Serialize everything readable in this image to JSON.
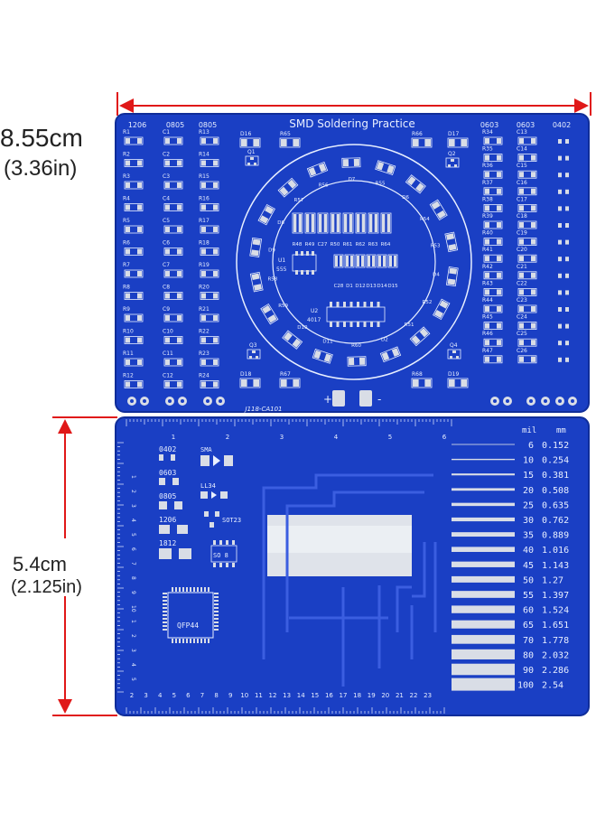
{
  "top_dimension": {
    "cm": "8.55cm",
    "in": "(3.36in)"
  },
  "side_dimension": {
    "cm": "5.4cm",
    "in": "(2.125in)"
  },
  "top_board": {
    "title": "SMD Soldering Practice",
    "serial": "J118-CA101",
    "col_labels": [
      "1206",
      "0805",
      "0805",
      "0603",
      "0603",
      "0402"
    ],
    "col1": [
      "R1",
      "R2",
      "R3",
      "R4",
      "R5",
      "R6",
      "R7",
      "R8",
      "R9",
      "R10",
      "R11",
      "R12"
    ],
    "col2": [
      "C1",
      "C2",
      "C3",
      "C4",
      "C5",
      "C6",
      "C7",
      "C8",
      "C9",
      "C10",
      "C11",
      "C12"
    ],
    "col3": [
      "R13",
      "R14",
      "R15",
      "R16",
      "R17",
      "R18",
      "R19",
      "R20",
      "R21",
      "R22",
      "R23",
      "R24"
    ],
    "col4": [
      "R34",
      "R35",
      "R36",
      "R37",
      "R38",
      "R39",
      "R40",
      "R41",
      "R42",
      "R43",
      "R44",
      "R45",
      "R46",
      "R47"
    ],
    "col5": [
      "C13",
      "C14",
      "C15",
      "C16",
      "C17",
      "C18",
      "C19",
      "C20",
      "C21",
      "C22",
      "C23",
      "C24",
      "C25",
      "C26"
    ],
    "top_row": [
      "D16",
      "R65",
      "R66",
      "D17"
    ],
    "bottom_row": [
      "D18",
      "R67",
      "R68",
      "D19"
    ],
    "q_labels": [
      "Q1",
      "Q2",
      "Q3",
      "Q4"
    ],
    "ring_labels": [
      "R56",
      "D7",
      "R55",
      "D6",
      "R54",
      "R53",
      "D4",
      "R52",
      "R51",
      "D2",
      "R60",
      "D11",
      "D10",
      "R59",
      "R58",
      "D9",
      "D8",
      "R57"
    ],
    "center_row1": [
      "R48",
      "R49",
      "C27",
      "R50",
      "R61",
      "R62",
      "R63",
      "R64"
    ],
    "center_row2": [
      "C28",
      "D1",
      "D12",
      "D13",
      "D14",
      "D15"
    ],
    "u1": [
      "U1",
      "555"
    ],
    "u2": [
      "U2",
      "4017"
    ],
    "polarity": [
      "+",
      "-"
    ]
  },
  "bottom_board": {
    "ruler_top": [
      "1",
      "2",
      "3",
      "4",
      "5",
      "6"
    ],
    "ruler_bottom": [
      "2",
      "3",
      "4",
      "5",
      "6",
      "7",
      "8",
      "9",
      "10",
      "11",
      "12",
      "13",
      "14",
      "15",
      "16",
      "17",
      "18",
      "19",
      "20",
      "21",
      "22",
      "23"
    ],
    "ruler_left": [
      "1",
      "2",
      "3",
      "4",
      "5",
      "6",
      "7",
      "8",
      "9",
      "10",
      "1",
      "2",
      "3",
      "4",
      "5"
    ],
    "packages": [
      "0402",
      "0603",
      "0805",
      "1206",
      "1812"
    ],
    "diode_labels": [
      "SMA",
      "LL34"
    ],
    "sot": "SOT23",
    "so8": "SO 8",
    "qfp": "QFP44",
    "gauge_header": [
      "mil",
      "mm"
    ],
    "gauge_mil": [
      "6",
      "10",
      "15",
      "20",
      "25",
      "30",
      "35",
      "40",
      "45",
      "50",
      "55",
      "60",
      "65",
      "70",
      "80",
      "90",
      "100"
    ],
    "gauge_mm": [
      "0.152",
      "0.254",
      "0.381",
      "0.508",
      "0.635",
      "0.762",
      "0.889",
      "1.016",
      "1.143",
      "1.27",
      "1.397",
      "1.524",
      "1.651",
      "1.778",
      "2.032",
      "2.286",
      "2.54"
    ]
  },
  "colors": {
    "pcb": "#1a3fc4",
    "pcb_dark": "#1232a8",
    "silk": "#e8efff",
    "pad": "#d9dde6",
    "arrow": "#e01818"
  }
}
